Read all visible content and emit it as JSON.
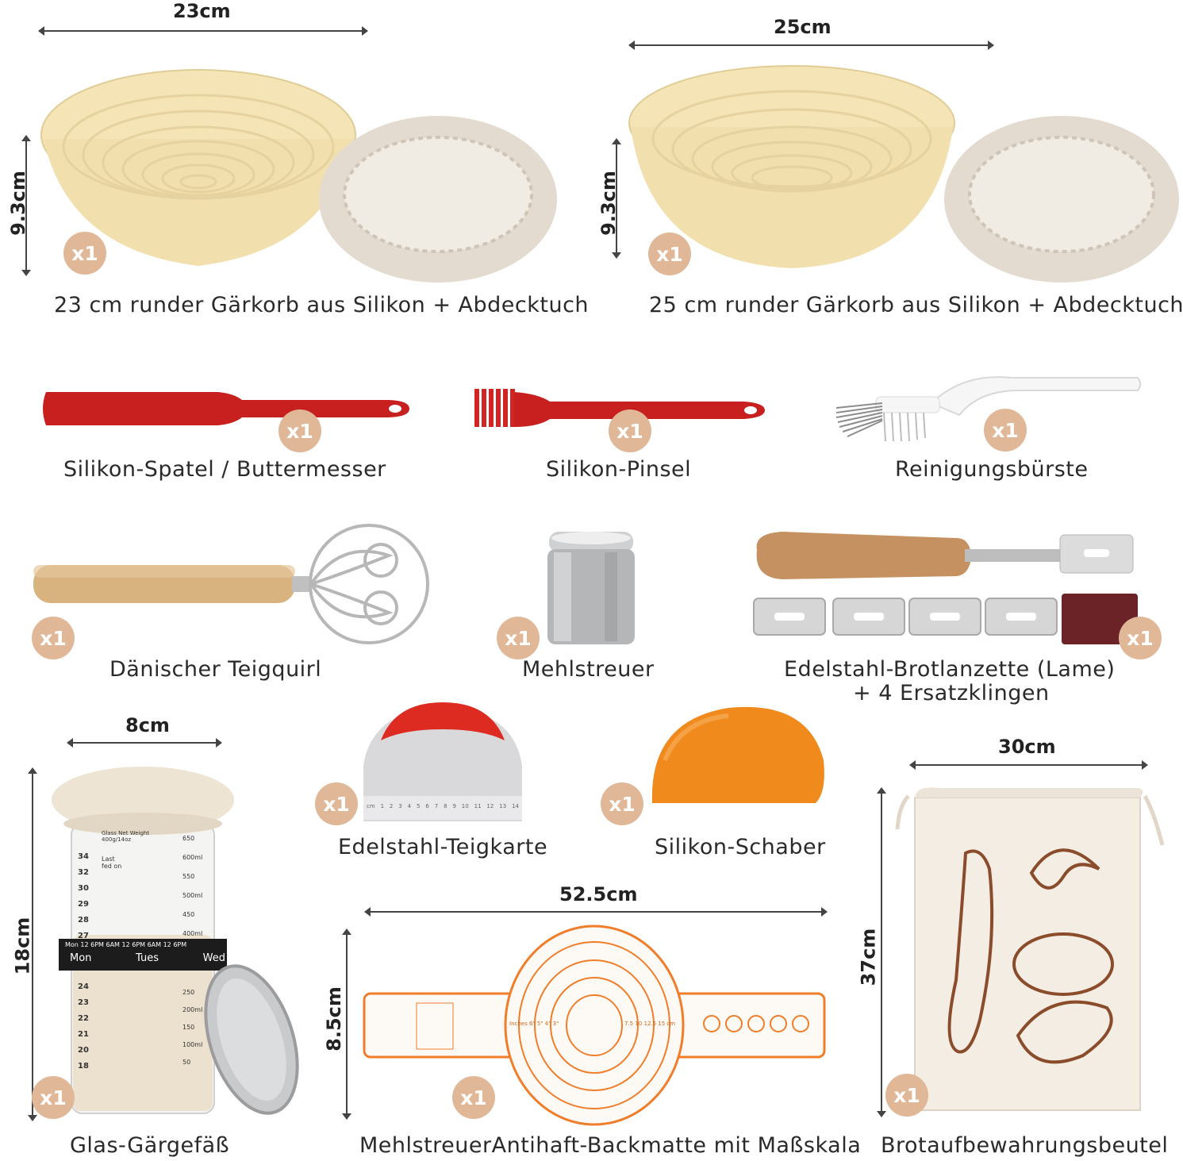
{
  "colors": {
    "badge": "#e0b898",
    "rattan": "#f3e3b8",
    "cloth": "#e5ddd2",
    "silicone_red": "#c8201e",
    "orange": "#f08a1d",
    "wood": "#d9b481",
    "mat_orange": "#ef7d2a"
  },
  "badge_text": "x1",
  "items": {
    "round_basket": {
      "label": "23 cm runder Gärkorb aus Silikon + Abdecktuch",
      "width": "23cm",
      "height": "9.3cm"
    },
    "oval_basket": {
      "label": "25 cm runder Gärkorb aus Silikon + Abdecktuch",
      "width": "25cm",
      "height": "9.3cm"
    },
    "spatula": {
      "label": "Silikon-Spatel / Buttermesser"
    },
    "brush": {
      "label": "Silikon-Pinsel"
    },
    "cleaning_brush": {
      "label": "Reinigungsbürste"
    },
    "whisk": {
      "label": "Dänischer Teigquirl"
    },
    "shaker": {
      "label": "Mehlstreuer"
    },
    "lame": {
      "label": "Edelstahl-Brotlanzette (Lame)",
      "label2": "+ 4 Ersatzklingen"
    },
    "jar": {
      "label": "Glas-Gärgefäß",
      "width": "8cm",
      "height": "18cm",
      "net_weight": "Glass Net Weight 400g/14oz",
      "last_fed": "Last fed on",
      "band_top": "Mon 12 6PM 6AM 12 6PM 6AM 12 6PM",
      "band_days": [
        "Mon",
        "Tues",
        "Wed"
      ],
      "volume_marks": [
        "650",
        "600ml",
        "550",
        "500ml",
        "450",
        "400ml",
        "250",
        "200ml",
        "150",
        "100ml",
        "50"
      ],
      "temp_marks": [
        "34",
        "32",
        "30",
        "29",
        "28",
        "27",
        "24",
        "23",
        "22",
        "21",
        "20",
        "18"
      ]
    },
    "dough_card": {
      "label": "Edelstahl-Teigkarte",
      "ruler": [
        "cm",
        "1",
        "2",
        "3",
        "4",
        "5",
        "6",
        "7",
        "8",
        "9",
        "10",
        "11",
        "12",
        "13",
        "14"
      ]
    },
    "scraper": {
      "label": "Silikon-Schaber"
    },
    "mat": {
      "label": "MehlstreuerAntihaft-Backmatte mit Maßskala",
      "width": "52.5cm",
      "height": "8.5cm",
      "left_scale": "Inches 6\" 5\" 4\" 3\"",
      "right_scale": "7.5 10 12.5 15 cm"
    },
    "bag": {
      "label": "Brotaufbewahrungsbeutel",
      "width": "30cm",
      "height": "37cm"
    }
  }
}
